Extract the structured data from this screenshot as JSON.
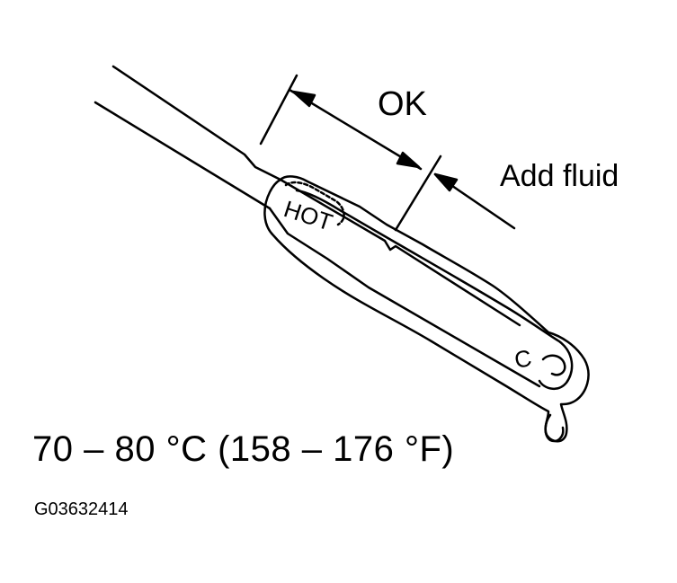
{
  "labels": {
    "ok": "OK",
    "add_fluid": "Add fluid",
    "hot": "HOT",
    "cold": "C"
  },
  "caption": {
    "temperature": "70 – 80 °C (158 – 176 °F)"
  },
  "figure_id": "G03632414"
}
